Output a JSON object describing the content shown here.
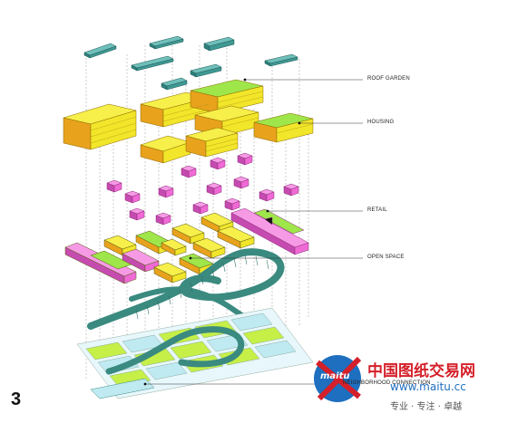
{
  "figure_number": "3",
  "layers": [
    {
      "id": "roof",
      "label": "ROOF GARDEN"
    },
    {
      "id": "housing",
      "label": "HOUSING"
    },
    {
      "id": "retail",
      "label": "RETAIL"
    },
    {
      "id": "open",
      "label": "OPEN SPACE"
    },
    {
      "id": "neighborhood",
      "label": "NEIGHBORHOOD CONNECTION"
    }
  ],
  "watermark": {
    "logo_text": "maitu",
    "cn_title": "中国图纸交易网",
    "url": "www.maitu.cc",
    "slogan": "专业 · 专注 · 卓越"
  },
  "colors": {
    "housing_yellow": "#f2e62a",
    "housing_orange": "#e8a21c",
    "roof_green": "#9ee64a",
    "retail_pink": "#f06ad6",
    "canopy_teal": "#3a8a80",
    "ground_lime": "#c6ef48",
    "ground_cyan": "#bfeaf2",
    "watermark_red": "#d4202a",
    "watermark_blue": "#1e6fbf"
  }
}
